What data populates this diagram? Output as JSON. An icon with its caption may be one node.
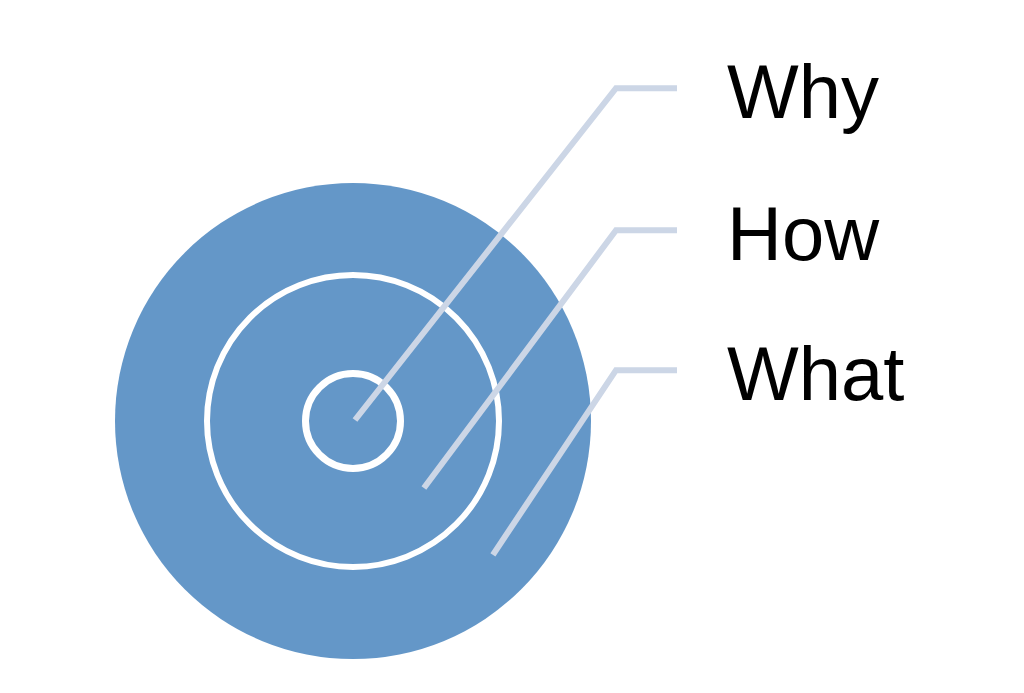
{
  "diagram": {
    "nodes": [
      {
        "text": [
          "Why"
        ]
      },
      {
        "text": [
          "How"
        ]
      },
      {
        "text": [
          "What"
        ]
      },
      {
        "text": [],
        "shape": "circle"
      },
      {
        "text": [],
        "shape": "circle",
        "in": 3
      },
      {
        "text": [],
        "shape": "circle",
        "in": 4
      }
    ],
    "edges": [
      {
        "from": 0,
        "to": 5,
        "arrow": "none"
      },
      {
        "from": 1,
        "to": 4,
        "arrow": "none"
      },
      {
        "from": 2,
        "to": 3,
        "arrow": "none"
      }
    ]
  }
}
